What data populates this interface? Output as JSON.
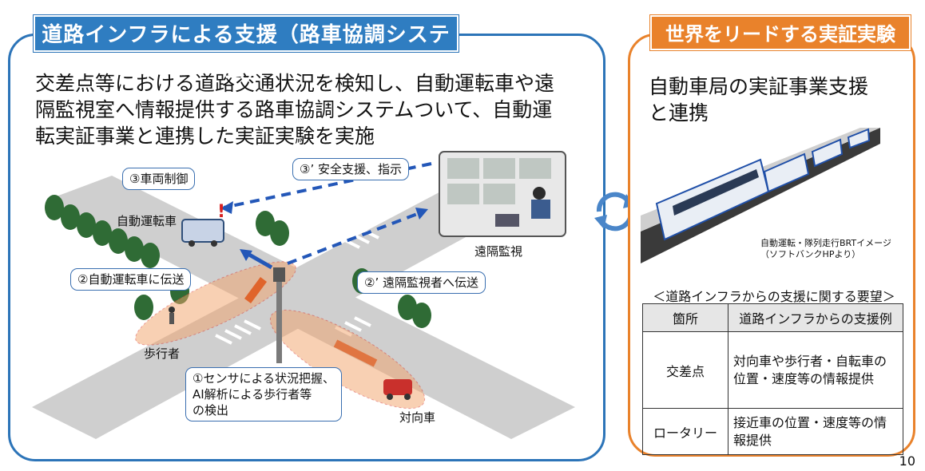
{
  "left": {
    "title": "道路インフラによる支援（路車協調システム）",
    "description_lines": [
      "交差点等における道路交通状況を検知し、自動運転車や遠",
      "隔監視室へ情報提供する路車協調システムついて、自動運",
      "転実証事業と連携した実証実験を実施"
    ],
    "diagram": {
      "vehicle_control": "③車両制御",
      "safety_support": "③’ 安全支援、指示",
      "autonomous_car": "自動運転車",
      "remote_monitoring": "遠隔監視",
      "transmit_car": "②自動運転車に伝送",
      "transmit_monitor": "②’ 遠隔監視者へ伝送",
      "pedestrian": "歩行者",
      "sensor_lines": [
        "①センサによる状況把握、",
        "AI解析による歩行者等",
        "の検出"
      ],
      "oncoming_car": "対向車",
      "alert_mark": "!"
    }
  },
  "right": {
    "title": "世界をリードする実証実験",
    "description_lines": [
      "自動車局の実証事業支援",
      "と連携"
    ],
    "image_caption_lines": [
      "自動運転・隊列走行BRTイメージ",
      "（ソフトバンクHPより）"
    ],
    "requests_title": "＜道路インフラからの支援に関する要望＞",
    "table": {
      "headers": [
        "箇所",
        "道路インフラからの支援例"
      ],
      "rows": [
        {
          "place": "交差点",
          "lines": [
            "対向車や歩行者・自転車の",
            "位置・速度等の情報提供"
          ]
        },
        {
          "place": "ロータリー",
          "lines": [
            "接近車の位置・速度等の情",
            "報提供"
          ]
        }
      ]
    }
  },
  "page_number": "10",
  "colors": {
    "blue": "#2f7dc1",
    "orange": "#e9822b",
    "road": "#c9c9c9",
    "tree": "#2f6b35",
    "bus_blue": "#1f4fa8"
  }
}
